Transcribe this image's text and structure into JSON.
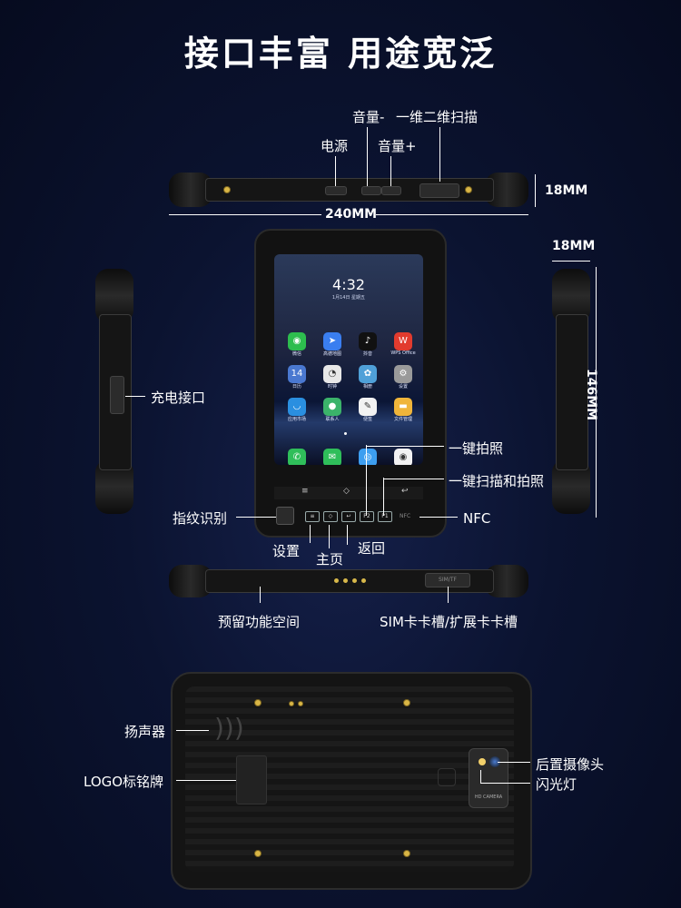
{
  "title": "接口丰富 用途宽泛",
  "top_view": {
    "label_volume_minus": "音量-",
    "label_scan": "一维二维扫描",
    "label_power": "电源",
    "label_volume_plus": "音量+",
    "width_dim": "240MM",
    "thickness_dim": "18MM"
  },
  "side_views": {
    "label_charge": "充电接口",
    "right_thickness_dim": "18MM",
    "height_dim": "146MM"
  },
  "front_view": {
    "clock": "4:32",
    "date": "1月14日 星期五",
    "label_photo": "一键拍照",
    "label_scan_photo": "一键扫描和拍照",
    "label_fingerprint": "指纹识别",
    "label_nfc": "NFC",
    "label_settings": "设置",
    "label_back": "返回",
    "label_home": "主页",
    "key_p2": "P2",
    "key_p1": "P1",
    "nfc_print": "NFC",
    "apps": [
      {
        "label": "微信",
        "color": "#2dbd4e",
        "glyph": "◉"
      },
      {
        "label": "高德地图",
        "color": "#3a7ef0",
        "glyph": "➤"
      },
      {
        "label": "抖音",
        "color": "#111111",
        "glyph": "♪"
      },
      {
        "label": "WPS Office",
        "color": "#e23b2e",
        "glyph": "W"
      },
      {
        "label": "日历",
        "color": "#4a78d0",
        "glyph": "14"
      },
      {
        "label": "时钟",
        "color": "#e8e8e8",
        "glyph": "◔"
      },
      {
        "label": "相册",
        "color": "#4fa0d8",
        "glyph": "✿"
      },
      {
        "label": "设置",
        "color": "#9a9a9a",
        "glyph": "⚙"
      },
      {
        "label": "应用市场",
        "color": "#2a8fe0",
        "glyph": "◡"
      },
      {
        "label": "联系人",
        "color": "#3bb36a",
        "glyph": "●"
      },
      {
        "label": "便签",
        "color": "#f2f2f2",
        "glyph": "✎"
      },
      {
        "label": "文件管理",
        "color": "#f0b53a",
        "glyph": "▬"
      }
    ],
    "dock": [
      {
        "label": "电话",
        "color": "#2fbe5a",
        "glyph": "✆"
      },
      {
        "label": "信息",
        "color": "#2fbe5a",
        "glyph": "✉"
      },
      {
        "label": "浏览器",
        "color": "#3d9ef0",
        "glyph": "◎"
      },
      {
        "label": "相机",
        "color": "#f2f2f2",
        "glyph": "◉"
      }
    ]
  },
  "bottom_view": {
    "label_reserved": "预留功能空间",
    "label_sim": "SIM卡卡槽/扩展卡卡槽",
    "slot_print": "SIM/TF"
  },
  "back_view": {
    "label_speaker": "扬声器",
    "label_logo": "LOGO标铭牌",
    "label_camera": "后置摄像头",
    "label_flash": "闪光灯",
    "camera_print": "HD CAMERA"
  },
  "colors": {
    "background": "#0b1330",
    "device": "#151515",
    "accent_gold": "#d9b646"
  }
}
